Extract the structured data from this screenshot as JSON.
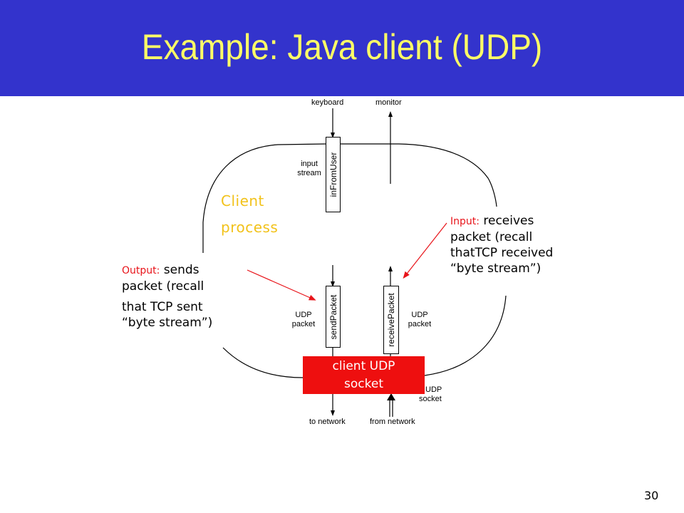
{
  "slide": {
    "title": "Example: Java client (UDP)",
    "page_number": "30"
  },
  "colors": {
    "title_bar": "#3333cc",
    "title_text": "#ffff66",
    "process_label": "#f2c21a",
    "annotation_red": "#e8141a",
    "socket_fill": "#ee0f0f"
  },
  "diagram": {
    "process_label": [
      "Client",
      "process"
    ],
    "keyboard_label": "keyboard",
    "monitor_label": "monitor",
    "input_stream_label": [
      "input",
      "stream"
    ],
    "in_from_user": "inFromUser",
    "send_packet": "sendPacket",
    "receive_packet": "receivePacket",
    "udp_packet_left": [
      "UDP",
      "packet"
    ],
    "udp_packet_right": [
      "UDP",
      "packet"
    ],
    "socket_label": [
      "client UDP",
      "socket"
    ],
    "udp_socket_label": [
      "UDP",
      "socket"
    ],
    "to_network": "to network",
    "from_network": "from network"
  },
  "annotations": {
    "output": {
      "keyword": "Output:",
      "lines": [
        "sends",
        "packet (recall",
        "that TCP sent",
        "“byte stream”)"
      ]
    },
    "input": {
      "keyword": "Input:",
      "lines": [
        "receives",
        "packet (recall",
        "thatTCP received",
        "“byte stream”)"
      ]
    }
  }
}
